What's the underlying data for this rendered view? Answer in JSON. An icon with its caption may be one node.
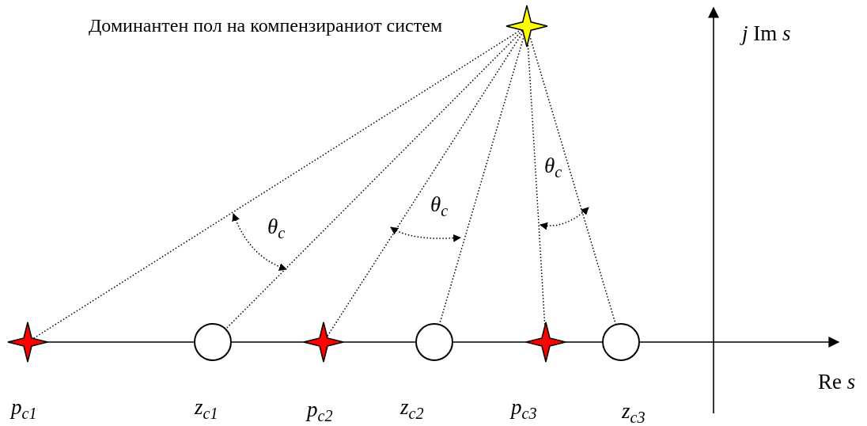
{
  "diagram": {
    "nodes": [
      {
        "text": [],
        "shape": "star",
        "beside": [
          "Доминантен пол на компензираниот систем"
        ]
      },
      {
        "text": [],
        "shape": "star",
        "beside": [
          "p$_{c1}$"
        ]
      },
      {
        "text": [],
        "shape": "circle",
        "beside": [
          "z$_{c1}$"
        ]
      },
      {
        "text": [],
        "shape": "star",
        "beside": [
          "p$_{c2}$"
        ]
      },
      {
        "text": [],
        "shape": "circle",
        "beside": [
          "z$_{c2}$"
        ]
      },
      {
        "text": [],
        "shape": "star",
        "beside": [
          "p$_{c3}$"
        ]
      },
      {
        "text": [],
        "shape": "circle",
        "beside": [
          "z$_{c3}$"
        ]
      }
    ],
    "edges": [
      {
        "from": 0,
        "to": 1,
        "arrow": "none"
      },
      {
        "from": 0,
        "to": 2,
        "arrow": "none"
      },
      {
        "from": 0,
        "to": 3,
        "arrow": "none"
      },
      {
        "from": 0,
        "to": 4,
        "arrow": "none"
      },
      {
        "from": 0,
        "to": 5,
        "arrow": "none"
      },
      {
        "from": 0,
        "to": 6,
        "arrow": "none"
      }
    ],
    "labels": [
      "*j* Im *s*",
      "θ$_{c}$",
      "θ$_{c}$",
      "θ$_{c}$",
      "Re *s*"
    ]
  }
}
